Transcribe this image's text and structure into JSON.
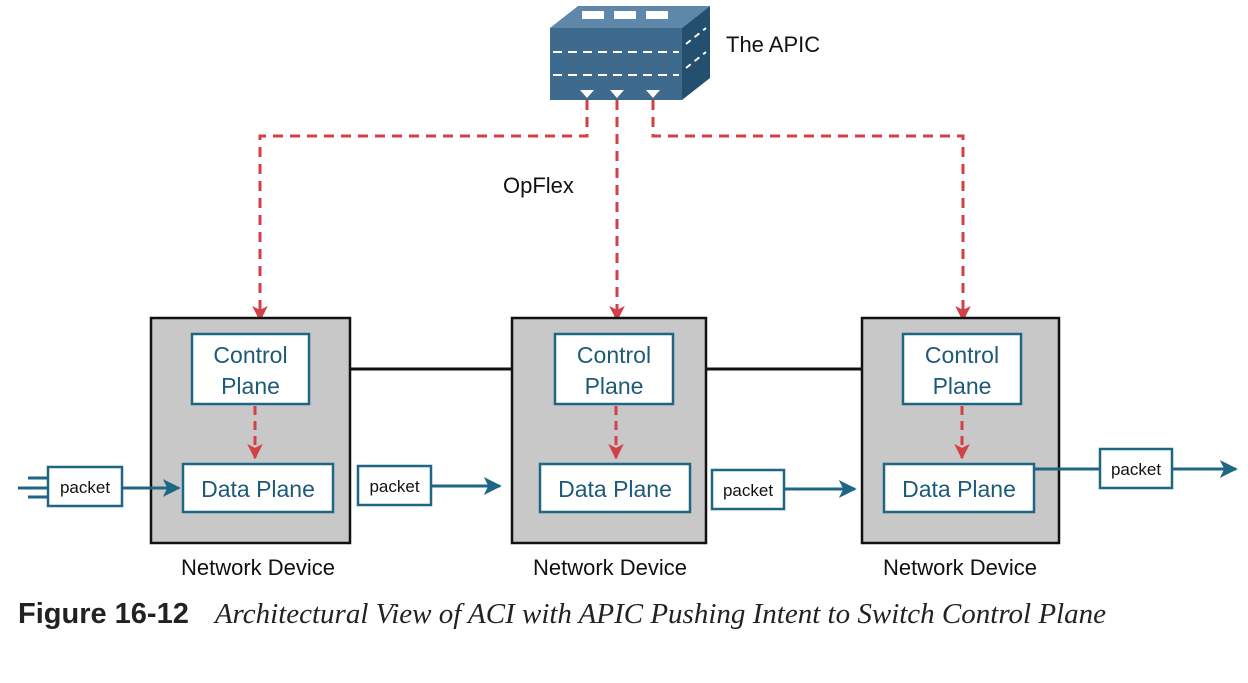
{
  "apic": {
    "label": "The APIC"
  },
  "opflex": {
    "label": "OpFlex"
  },
  "devices": [
    {
      "label": "Network Device",
      "control": [
        "Control",
        "Plane"
      ],
      "data": "Data Plane"
    },
    {
      "label": "Network Device",
      "control": [
        "Control",
        "Plane"
      ],
      "data": "Data Plane"
    },
    {
      "label": "Network Device",
      "control": [
        "Control",
        "Plane"
      ],
      "data": "Data Plane"
    }
  ],
  "packets": [
    "packet",
    "packet",
    "packet",
    "packet"
  ],
  "caption": {
    "number": "Figure 16-12",
    "text": "Architectural View of ACI with APIC Pushing Intent to Switch Control Plane"
  },
  "colors": {
    "intent_arrow": "#d24048",
    "flow_arrow": "#1f6584",
    "device_fill": "#c8c8c8",
    "apic_front": "#3e6a8e",
    "apic_top": "#5e87aa",
    "apic_side": "#244f6e"
  }
}
